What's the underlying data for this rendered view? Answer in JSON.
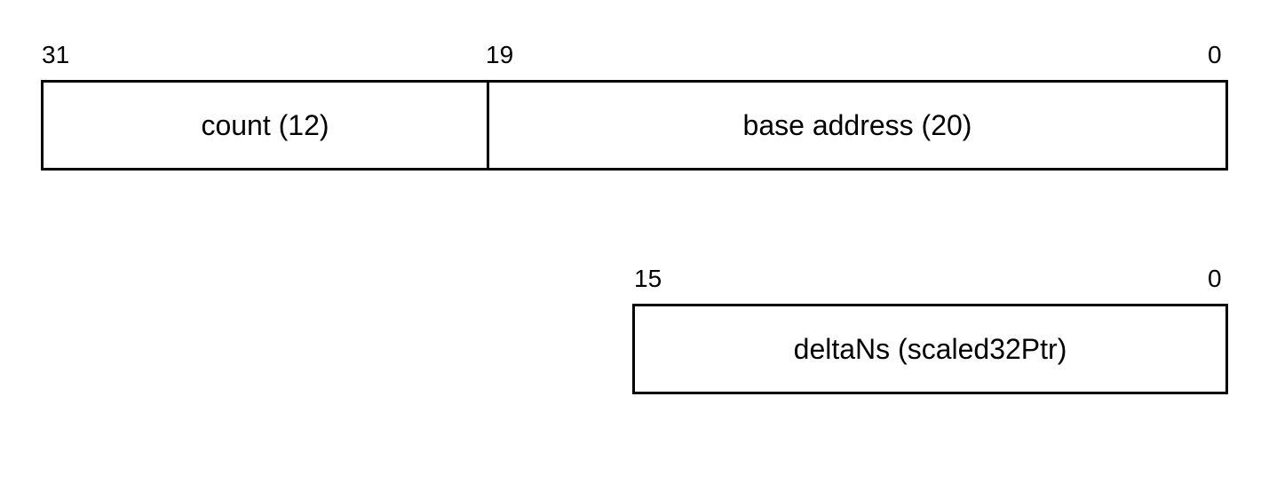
{
  "register_a": {
    "bits": {
      "high": "31",
      "split": "19",
      "low": "0"
    },
    "fields": [
      {
        "label": "count (12)"
      },
      {
        "label": "base address (20)"
      }
    ]
  },
  "register_b": {
    "bits": {
      "high": "15",
      "low": "0"
    },
    "fields": [
      {
        "label": "deltaNs (scaled32Ptr)"
      }
    ]
  }
}
